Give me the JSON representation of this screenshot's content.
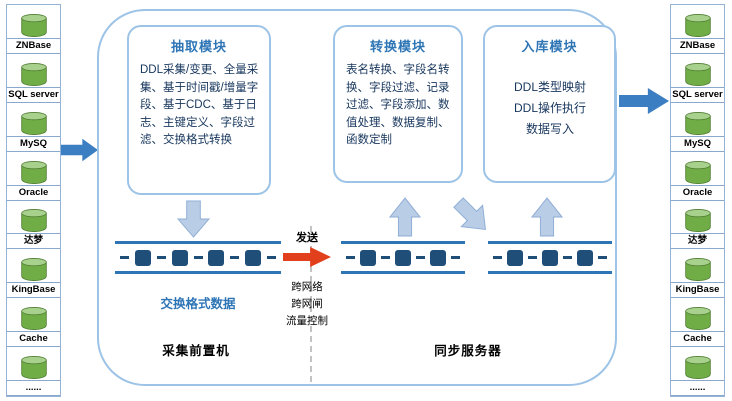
{
  "diagram": {
    "source_databases": [
      "ZNBase",
      "SQL server",
      "MySQ",
      "Oracle",
      "达梦",
      "KingBase",
      "Cache",
      "......"
    ],
    "target_databases": [
      "ZNBase",
      "SQL server",
      "MySQ",
      "Oracle",
      "达梦",
      "KingBase",
      "Cache",
      "......"
    ],
    "modules": {
      "extract": {
        "title": "抽取模块",
        "body": "DDL采集/变更、全量采集、基于时间戳/增量字段、基于CDC、基于日志、主键定义、字段过滤、交换格式转换"
      },
      "transform": {
        "title": "转换模块",
        "body": "表名转换、字段名转换、字段过滤、记录过滤、字段添加、数值处理、数据复制、函数定制"
      },
      "load": {
        "title": "入库模块",
        "lines": [
          "DDL类型映射",
          "DDL操作执行",
          "数据写入"
        ]
      }
    },
    "labels": {
      "exchange_data": "交换格式数据",
      "send": "发送",
      "network": [
        "跨网络",
        "跨网闸",
        "流量控制"
      ],
      "collector_zone": "采集前置机",
      "sync_server_zone": "同步服务器"
    },
    "icons": {
      "database": "green-cylinder",
      "queue_block": "dark-blue-square",
      "flow_arrow": "light-blue-block-arrow",
      "send_arrow": "red-block-arrow"
    },
    "colors": {
      "module_border": "#9dc3e6",
      "title_blue": "#2e75b6",
      "body_text": "#17365d",
      "queue_bar": "#2e75b6",
      "queue_block": "#1f4e79",
      "send_arrow": "#e2401c",
      "flow_arrow_fill": "#b9cde6",
      "io_arrow": "#3c7ec2",
      "db_green": "#70ad47"
    }
  }
}
